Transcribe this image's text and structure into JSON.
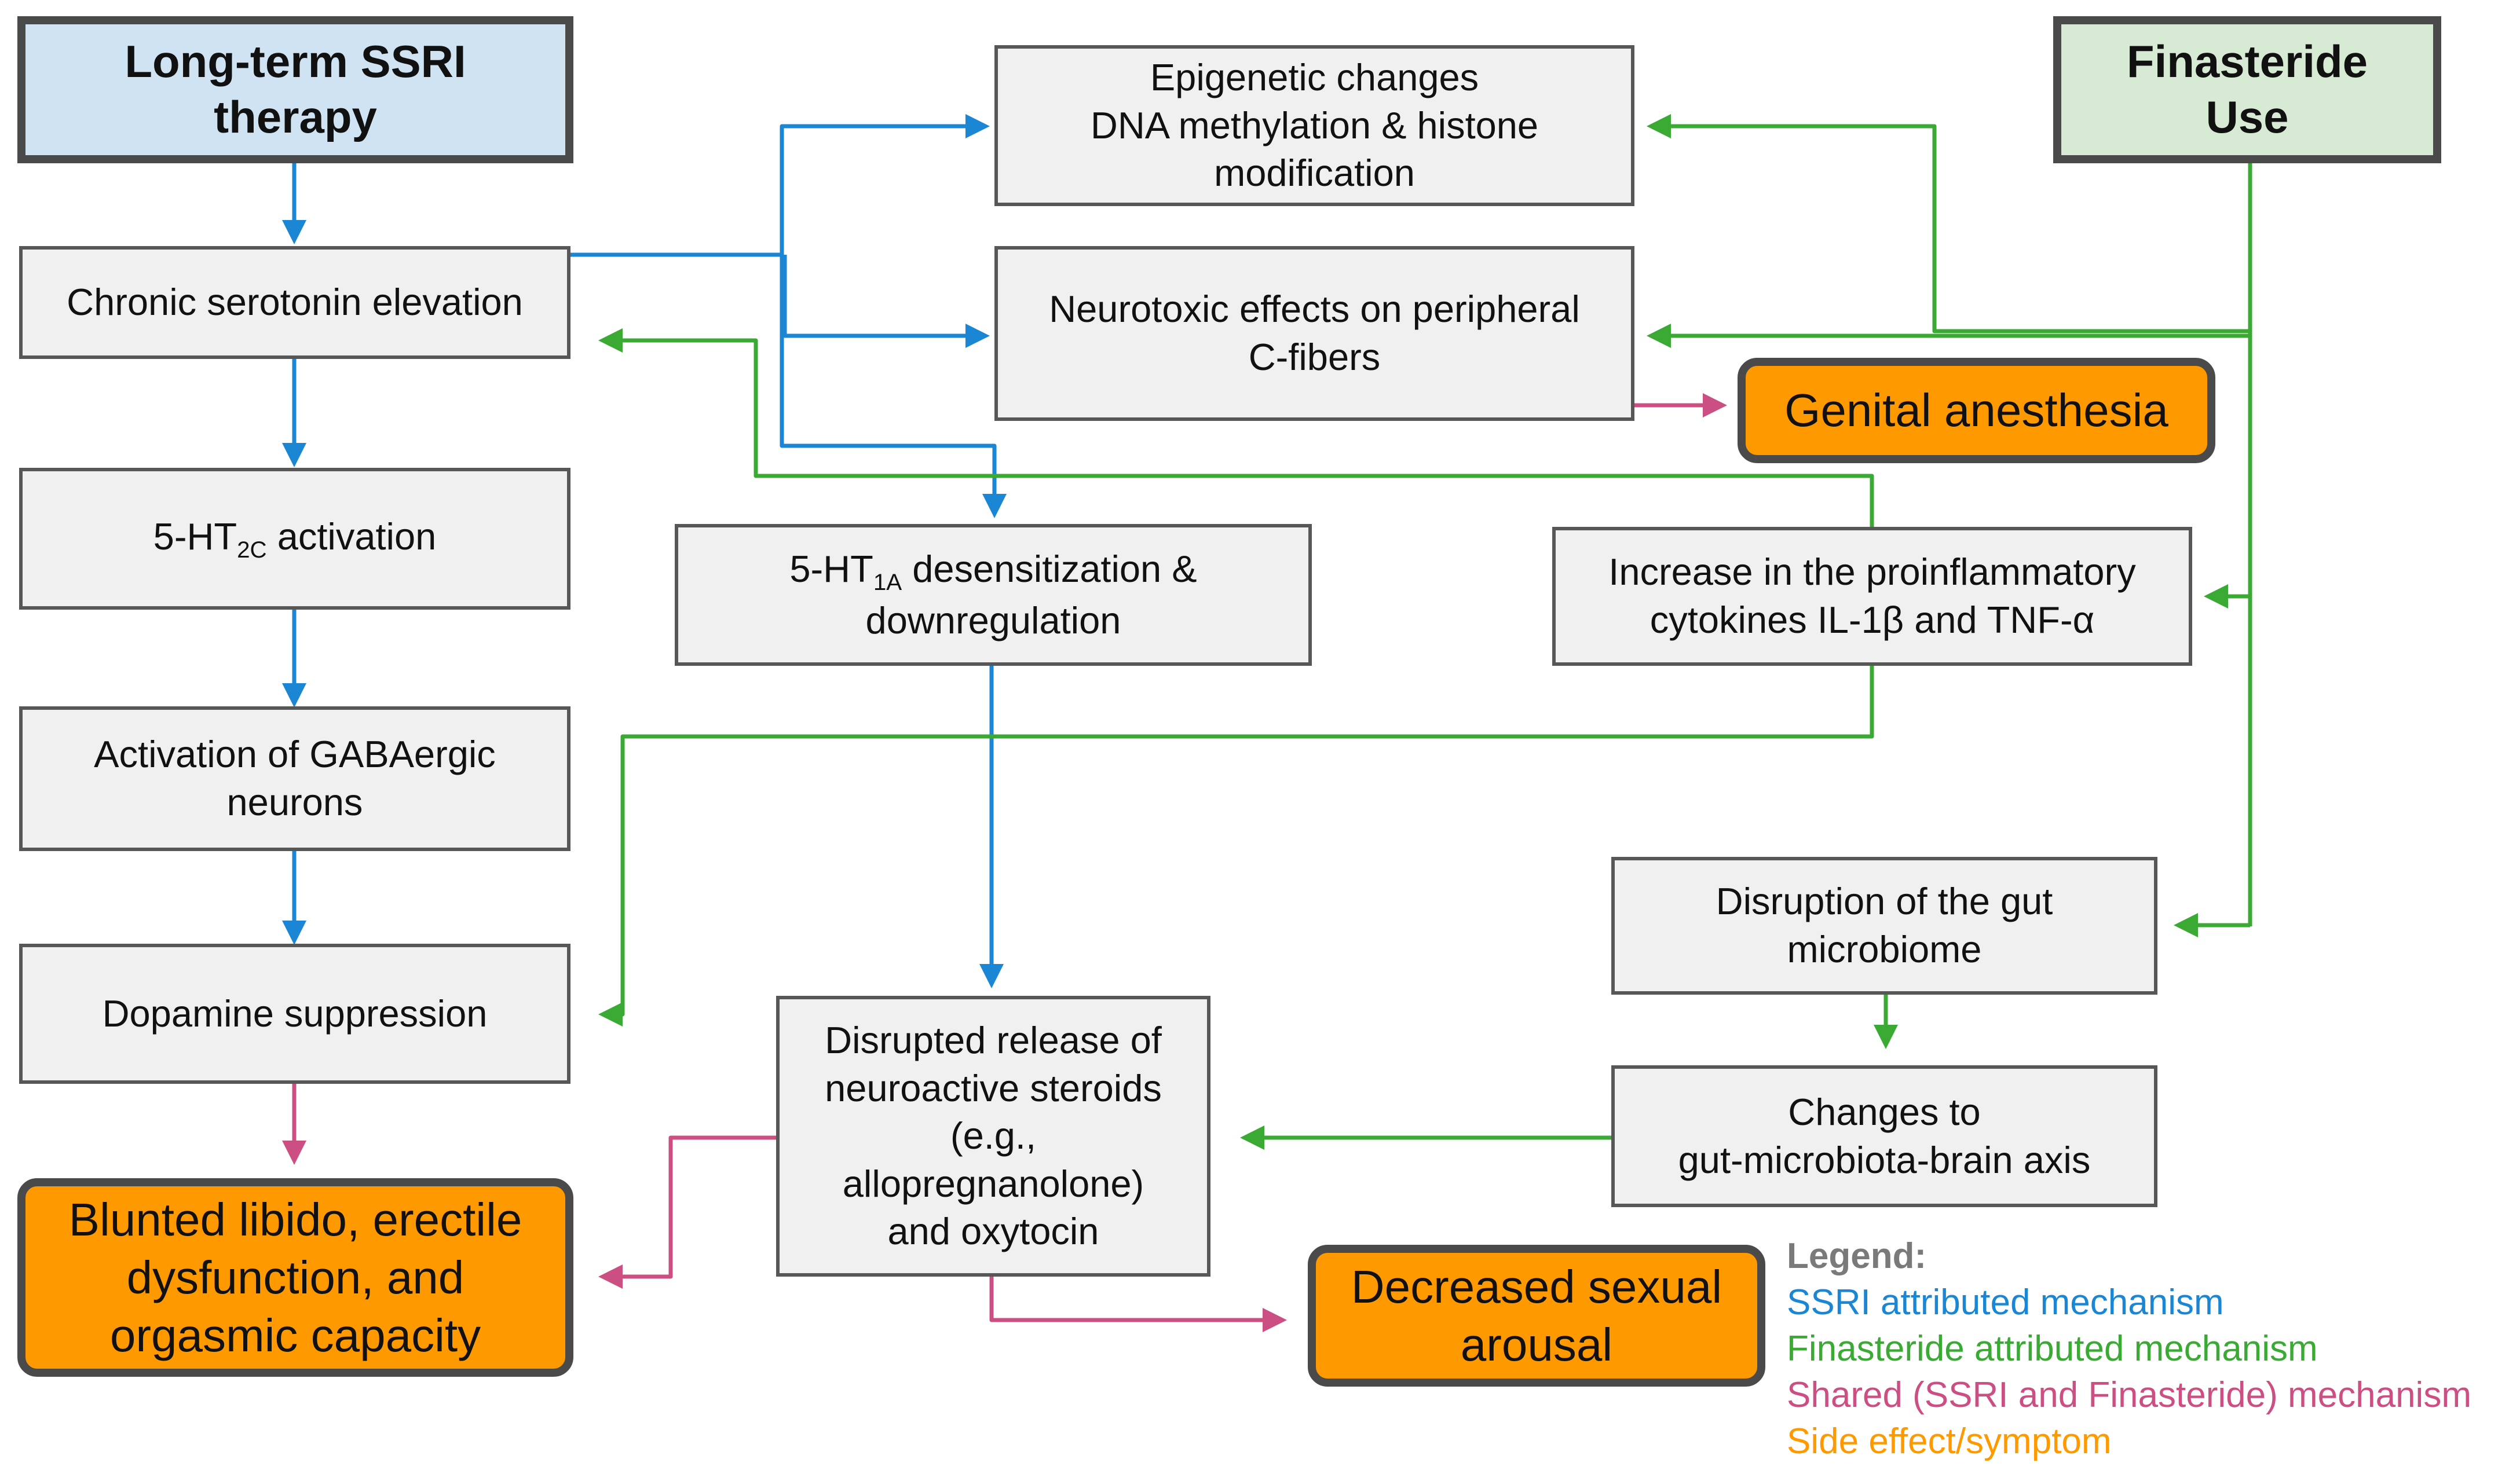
{
  "colors": {
    "ssri": "#1a86d4",
    "finasteride": "#3aaa35",
    "shared": "#cc4f83",
    "side_effect": "#ff9900",
    "legend_title": "#7a7a7a"
  },
  "nodes": {
    "ssri_start": [
      "Long-term SSRI",
      "therapy"
    ],
    "finasteride_start": [
      "Finasteride",
      "Use"
    ],
    "serotonin": [
      "Chronic serotonin elevation"
    ],
    "ht2c": {
      "pre": "5-HT",
      "sub": "2C",
      "post": " activation"
    },
    "gaba": [
      "Activation of GABAergic",
      "neurons"
    ],
    "dopamine": [
      "Dopamine suppression"
    ],
    "libido": [
      "Blunted libido, erectile",
      "dysfunction, and",
      "orgasmic capacity"
    ],
    "epigenetic": [
      "Epigenetic changes",
      "DNA methylation & histone",
      "modification"
    ],
    "neurotoxic": [
      "Neurotoxic effects on peripheral",
      "C-fibers"
    ],
    "genital": [
      "Genital anesthesia"
    ],
    "ht1a": {
      "pre": "5-HT",
      "sub": "1A",
      "post": " desensitization &",
      "line2": "downregulation"
    },
    "cytokines": [
      "Increase in the proinflammatory",
      "cytokines IL-1β and TNF-α"
    ],
    "gut": [
      "Disruption of the gut",
      "microbiome"
    ],
    "axis": [
      "Changes to",
      "gut-microbiota-brain axis"
    ],
    "steroids": [
      "Disrupted release of",
      "neuroactive steroids",
      "(e.g.,",
      "allopregnanolone)",
      "and oxytocin"
    ],
    "arousal": [
      "Decreased sexual",
      "arousal"
    ]
  },
  "legend": {
    "title": "Legend:",
    "items": [
      {
        "label": "SSRI attributed mechanism",
        "color": "#1a86d4"
      },
      {
        "label": "Finasteride attributed mechanism",
        "color": "#3aaa35"
      },
      {
        "label": "Shared (SSRI and Finasteride) mechanism",
        "color": "#cc4f83"
      },
      {
        "label": "Side effect/symptom",
        "color": "#ff9900"
      }
    ]
  }
}
